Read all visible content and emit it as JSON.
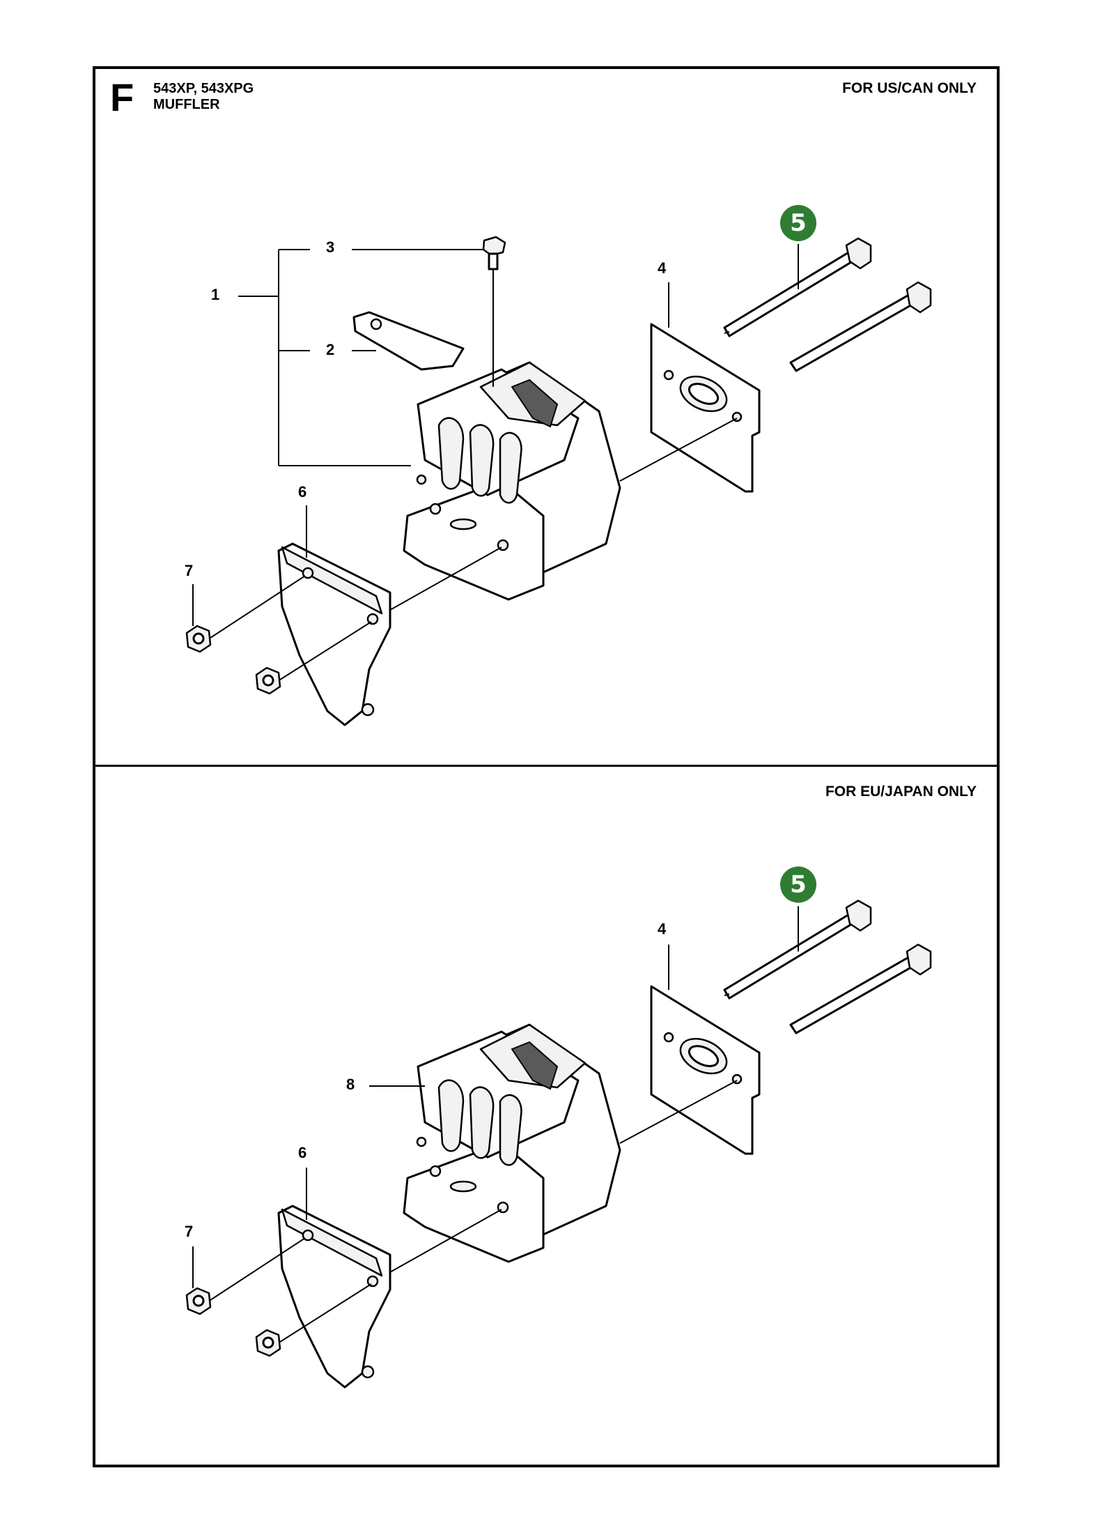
{
  "header": {
    "section_letter": "F",
    "models": "543XP, 543XPG",
    "subtitle": "MUFFLER"
  },
  "panels": [
    {
      "region_label": "FOR US/CAN ONLY",
      "highlighted_part": "5",
      "highlight_color": "#2e7d32",
      "callouts": [
        "1",
        "2",
        "3",
        "4",
        "6",
        "7"
      ]
    },
    {
      "region_label": "FOR EU/JAPAN ONLY",
      "highlighted_part": "5",
      "highlight_color": "#2e7d32",
      "callouts": [
        "4",
        "6",
        "7",
        "8"
      ]
    }
  ]
}
